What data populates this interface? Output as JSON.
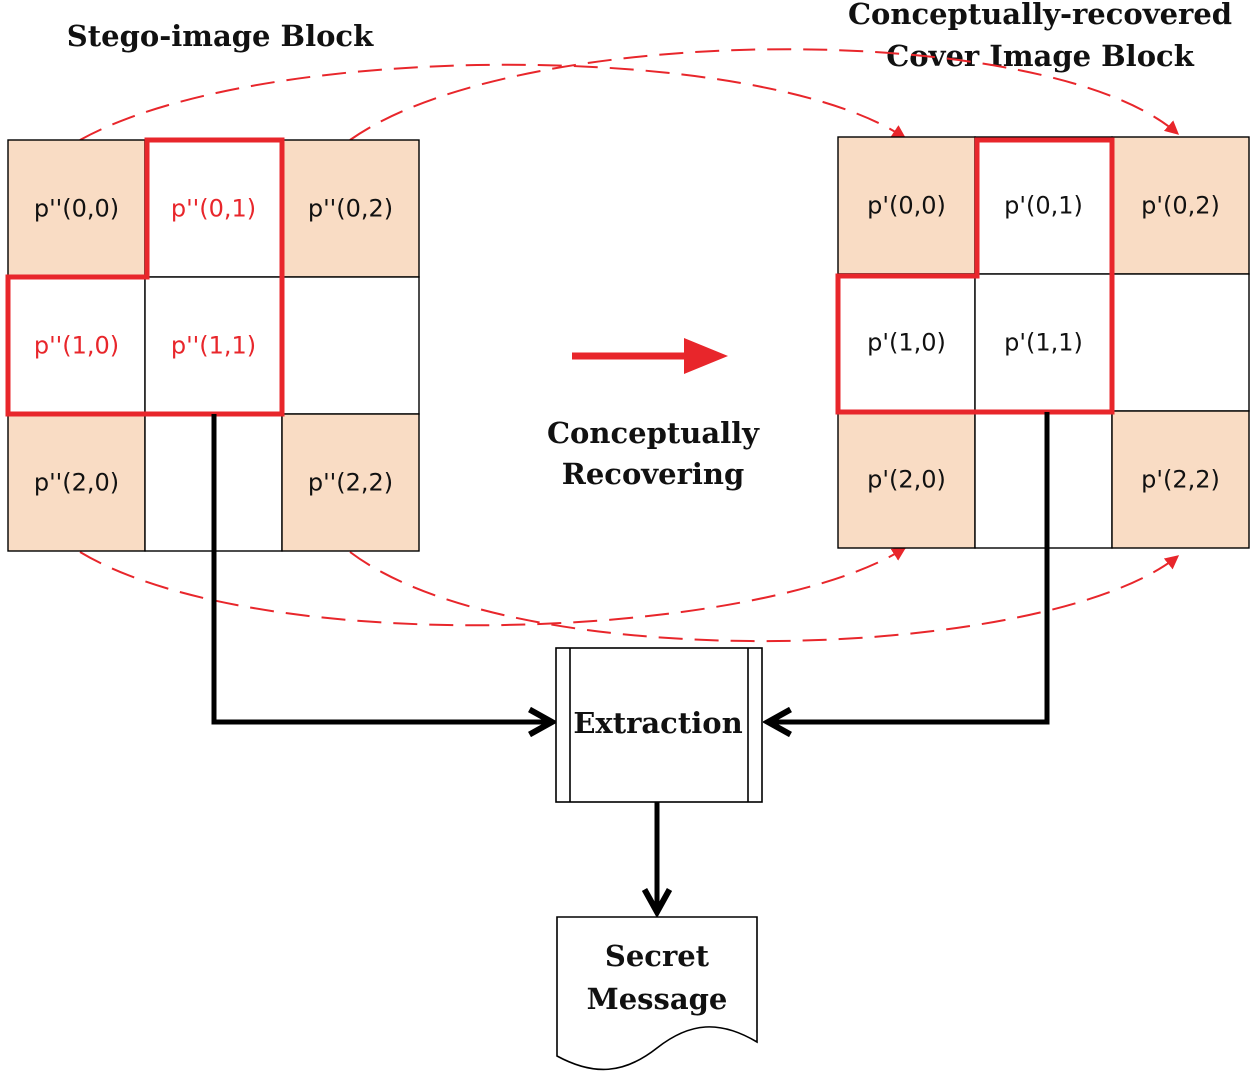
{
  "titles": {
    "stego": "Stego-image Block",
    "recovered_line1": "Conceptually-recovered",
    "recovered_line2": "Cover Image Block",
    "arrow_line1": "Conceptually",
    "arrow_line2": "Recovering"
  },
  "stego_cells": [
    "p''(0,0)",
    "p''(0,1)",
    "p''(0,2)",
    "p''(1,0)",
    "p''(1,1)",
    "",
    "p''(2,0)",
    "",
    "p''(2,2)"
  ],
  "recovered_cells": [
    "p'(0,0)",
    "p'(0,1)",
    "p'(0,2)",
    "p'(1,0)",
    "p'(1,1)",
    "",
    "p'(2,0)",
    "",
    "p'(2,2)"
  ],
  "extraction": {
    "label": "Extraction"
  },
  "secret": {
    "line1": "Secret",
    "line2": "Message"
  },
  "colors": {
    "shaded_cell": "#f9dcc4",
    "highlight": "#e8262b",
    "cell_text": "#111111",
    "highlight_text": "#e8262b"
  }
}
